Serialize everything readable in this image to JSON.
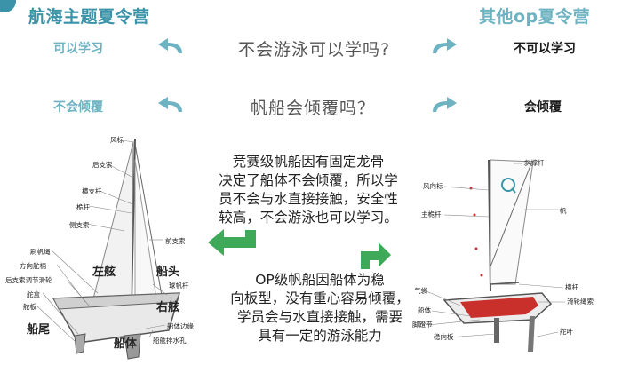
{
  "header": {
    "left_title": "航海主题夏令营",
    "right_title": "其他op夏令营"
  },
  "rows": [
    {
      "left": "可以学习",
      "question": "不会游泳可以学吗?",
      "right": "不可以学习"
    },
    {
      "left": "不会倾覆",
      "question": "帆船会倾覆吗？",
      "right": "会倾覆"
    }
  ],
  "paragraphs": {
    "top": [
      "竞赛级帆船因有固定龙骨",
      "决定了船体不会倾覆，所以学",
      "员不会与水直接接触，安全性",
      "较高，不会游泳也可以学习。"
    ],
    "bottom": [
      "OP级帆船因船体为稳",
      "向板型，没有重心容易倾覆，",
      "学员会与水直接接触，需要",
      "具有一定的游泳能力"
    ]
  },
  "left_boat_labels": {
    "small": [
      "风标",
      "后支索",
      "横支杆",
      "桅杆",
      "侧支索",
      "前支索",
      "刷帆绳",
      "方向舵柄",
      "后支索调节滑轮",
      "舵盒",
      "舵板",
      "球帆杆",
      "船体边缘",
      "船舷排水孔"
    ],
    "large": [
      "左舷",
      "船头",
      "右舷",
      "船尾",
      "船体"
    ]
  },
  "right_boat_labels": [
    "斜撑杆",
    "风向标",
    "主桅杆",
    "帆",
    "横杆",
    "滑轮绳索",
    "气袋",
    "船体",
    "脚蹬带",
    "稳向板",
    "舵叶"
  ],
  "colors": {
    "teal": "#3a93a8",
    "light_teal": "#6db3c2",
    "green": "#3fa95a"
  }
}
